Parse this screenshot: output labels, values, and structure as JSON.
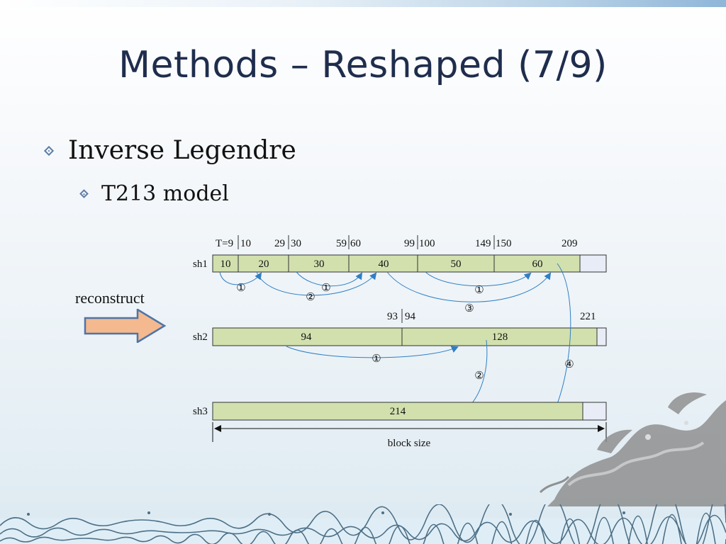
{
  "slide": {
    "title": "Methods – Reshaped (7/9)",
    "bullets": [
      {
        "level": 1,
        "text": "Inverse Legendre"
      },
      {
        "level": 2,
        "text": "T213 model"
      }
    ],
    "reconstruct_label": "reconstruct",
    "colors": {
      "bar_fill": "#d2e0ae",
      "empty_fill": "#e8ecf6",
      "arrow": "#2f7fc4",
      "title": "#1f2d4d"
    }
  },
  "diagram": {
    "sh1": {
      "label": "sh1",
      "tops": [
        "T=9",
        "10",
        "29",
        "30",
        "59",
        "60",
        "99",
        "100",
        "149",
        "150",
        "209"
      ],
      "segments": [
        "10",
        "20",
        "30",
        "40",
        "50",
        "60"
      ]
    },
    "sh2": {
      "label": "sh2",
      "tops": [
        "93",
        "94",
        "221"
      ],
      "segments": [
        "94",
        "128"
      ]
    },
    "sh3": {
      "label": "sh3",
      "segments": [
        "214"
      ]
    },
    "arrow_marks": [
      "①",
      "②",
      "①",
      "①",
      "③",
      "①",
      "②",
      "④"
    ],
    "block_size_label": "block size"
  }
}
